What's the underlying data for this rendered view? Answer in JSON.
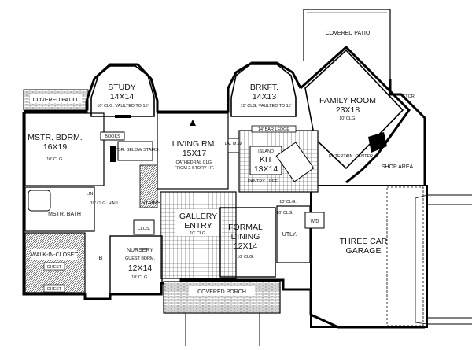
{
  "rooms": {
    "covered_patio_right": "COVERED PATIO",
    "covered_patio_left": "COVERED PATIO",
    "study": {
      "name": "STUDY",
      "dim": "14X14",
      "note": "10' CLG. VAULTED TO 15'"
    },
    "brkft": {
      "name": "BRKFT.",
      "dim": "14X13",
      "note": "10' CLG. VAULTED TO 11'"
    },
    "family": {
      "name": "FAMILY ROOM",
      "dim": "23X18",
      "note": "10' CLG."
    },
    "stor_right": "STOR.",
    "mstr_bdrm": {
      "name": "MSTR. BDRM.",
      "dim": "16X19",
      "note": "10' CLG."
    },
    "books": "BOOKS",
    "stor_below_stairs": "STOR. BELOW STAIRS",
    "living": {
      "name": "LIVING RM.",
      "dim": "15X17",
      "note1": "CATHEDRAL CLG.",
      "note2": "FROM 2 STORY HT."
    },
    "dv_mw": "DV. M.W.",
    "bar_ledge": "14' BAR LEDGE",
    "island": "ISLAND",
    "kit": {
      "name": "KIT",
      "dim": "13X14",
      "note": "10' CLG."
    },
    "pantry": "PANTRY",
    "ref": "REF.",
    "entertain_center": "ENTERTAIN. CENTER",
    "shop_area": "SHOP AREA",
    "lin": "LIN.",
    "hall": "10' CLG. HALL",
    "stairs": "STAIRS",
    "mstr_bath": "MSTR. BATH",
    "walk_in_closet": "WALK-IN-CLOSET",
    "chest1": "CHEST",
    "chest2": "CHEST",
    "gallery": {
      "name": "GALLERY",
      "name2": "ENTRY",
      "note": "10' CLG."
    },
    "formal_dining": {
      "name": "FORMAL",
      "name2": "DINING",
      "dim": "12X14",
      "note": "10' CLG."
    },
    "clg_10": "10' CLG.",
    "utly": "UTLY.",
    "wd": "W/D",
    "clos": "CLOS.",
    "three_car": {
      "line1": "THREE CAR",
      "line2": "GARAGE"
    },
    "nursery": {
      "name": "NURSERY",
      "sub": "GUEST BDRM.",
      "dim": "12X14",
      "note": "10' CLG."
    },
    "covered_porch": "COVERED PORCH",
    "lb": "B"
  }
}
